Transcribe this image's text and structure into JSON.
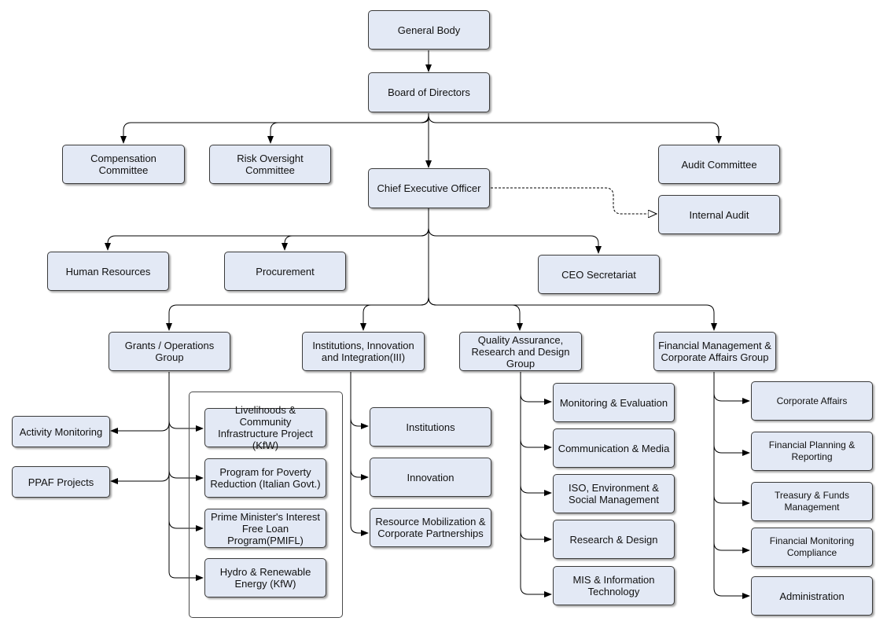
{
  "nodes": {
    "general_body": "General Body",
    "board": "Board of Directors",
    "compensation": "Compensation Committee",
    "risk": "Risk Oversight Committee",
    "audit_committee": "Audit Committee",
    "ceo": "Chief Executive Officer",
    "internal_audit": "Internal Audit",
    "hr": "Human Resources",
    "procurement": "Procurement",
    "ceo_secretariat": "CEO Secretariat",
    "grants": "Grants / Operations Group",
    "iii": "Institutions, Innovation and Integration(III)",
    "qa": "Quality Assurance, Research and Design Group",
    "fm": "Financial Management & Corporate Affairs Group",
    "activity_monitoring": "Activity Monitoring",
    "ppaf_projects": "PPAF Projects",
    "livelihoods": "Livelihoods & Community Infrastructure Project (KfW)",
    "poverty_reduction": "Program for Poverty Reduction (Italian Govt.)",
    "pmifl": "Prime Minister's Interest Free Loan Program(PMIFL)",
    "hydro": "Hydro & Renewable Energy (KfW)",
    "institutions": "Institutions",
    "innovation": "Innovation",
    "resource_mobilization": "Resource Mobilization & Corporate Partnerships",
    "monitoring_eval": "Monitoring & Evaluation",
    "communication": "Communication & Media",
    "iso": "ISO, Environment & Social Management",
    "research_design": "Research & Design",
    "mis": "MIS & Information Technology",
    "corporate_affairs": "Corporate Affairs",
    "financial_planning": "Financial Planning & Reporting",
    "treasury": "Treasury & Funds Management",
    "financial_monitoring": "Financial Monitoring Compliance",
    "administration": "Administration"
  },
  "colors": {
    "node_fill": "#e3e9f5",
    "node_border": "#3a3a3a",
    "line": "#000000"
  }
}
